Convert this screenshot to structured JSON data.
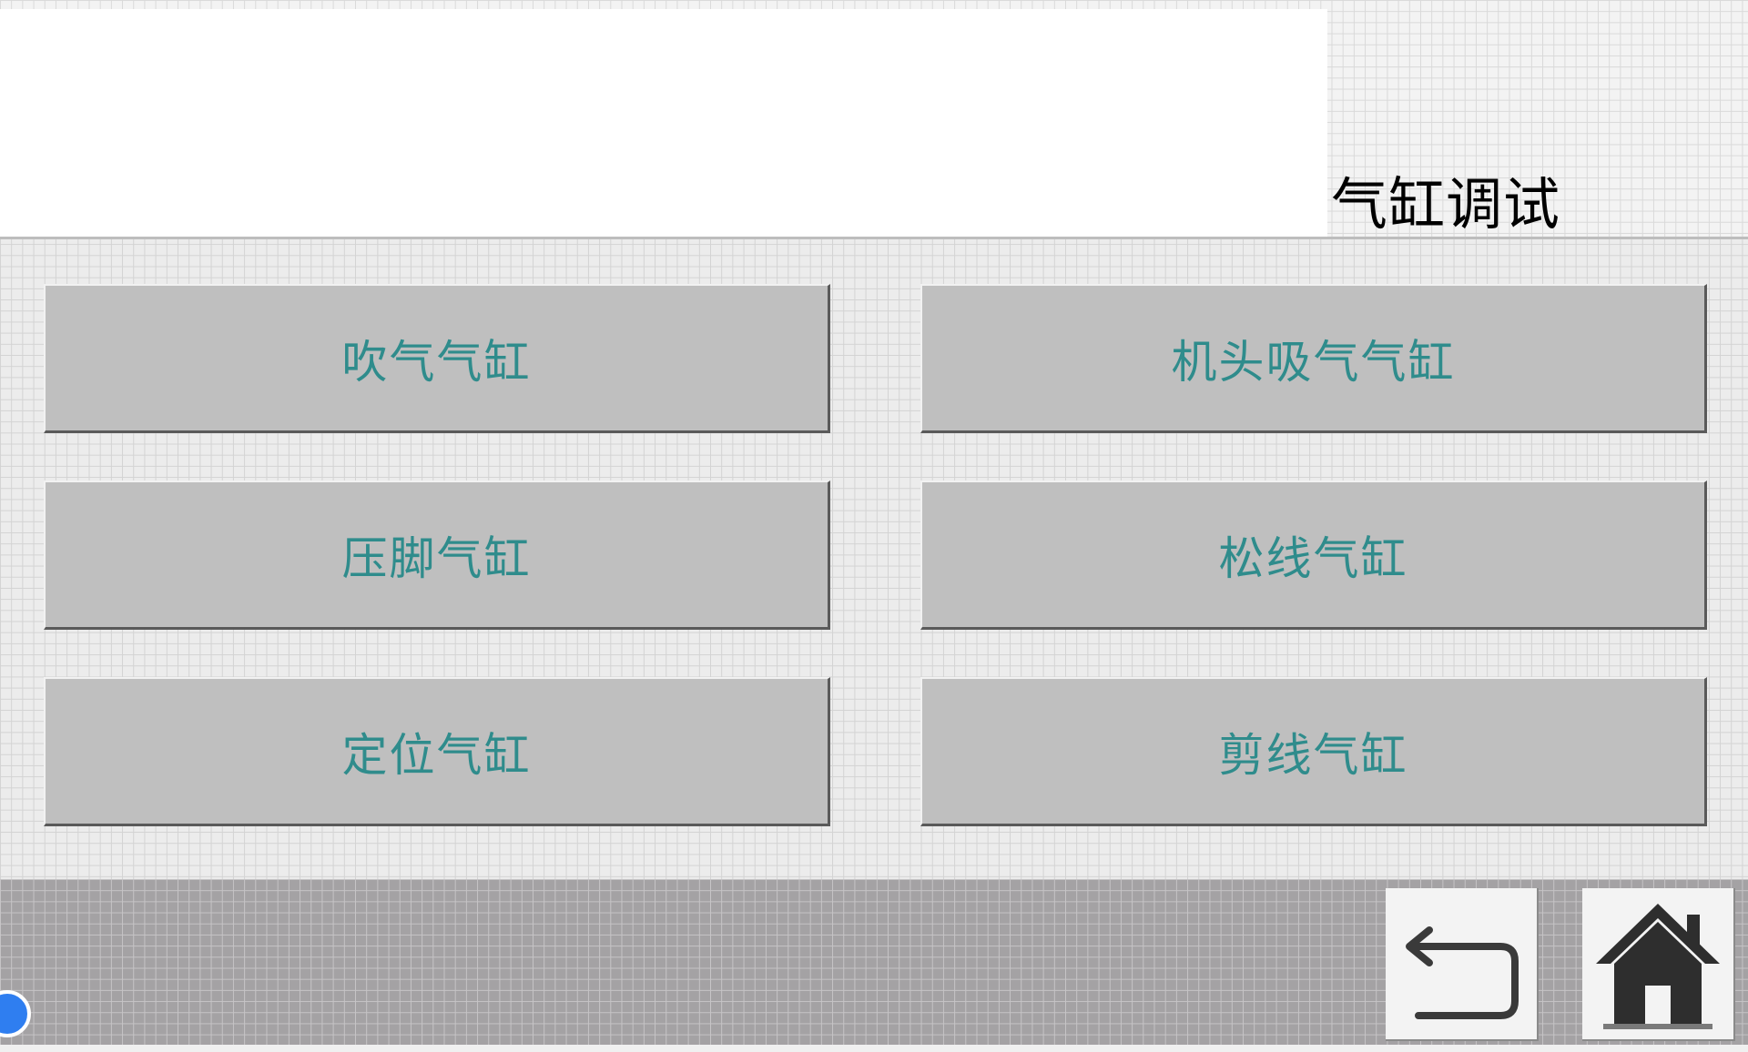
{
  "header": {
    "title": "气缸调试"
  },
  "buttons": [
    {
      "label": "吹气气缸"
    },
    {
      "label": "机头吸气气缸"
    },
    {
      "label": "压脚气缸"
    },
    {
      "label": "松线气缸"
    },
    {
      "label": "定位气缸"
    },
    {
      "label": "剪线气缸"
    }
  ],
  "footer": {
    "icons": [
      "back-arrow-icon",
      "home-icon"
    ]
  },
  "colors": {
    "button_face": "#bfbfbf",
    "button_text": "#2f8c8c",
    "footer_bg": "#a4a2a4",
    "title_text": "#000000"
  }
}
